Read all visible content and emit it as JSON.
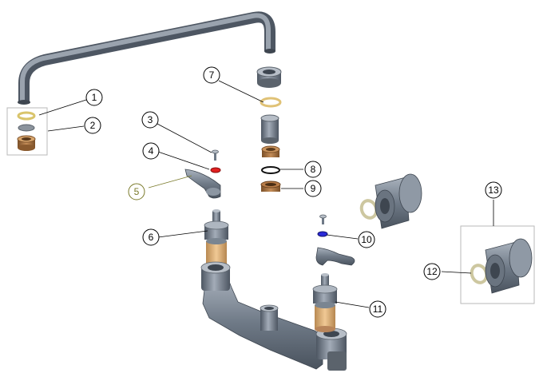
{
  "callouts": [
    {
      "label": "1"
    },
    {
      "label": "2"
    },
    {
      "label": "3"
    },
    {
      "label": "4"
    },
    {
      "label": "5"
    },
    {
      "label": "6"
    },
    {
      "label": "7"
    },
    {
      "label": "8"
    },
    {
      "label": "9"
    },
    {
      "label": "10"
    },
    {
      "label": "11"
    },
    {
      "label": "12"
    },
    {
      "label": "13"
    }
  ],
  "colors": {
    "metal": "#7f8a97",
    "metal_dark": "#4d5662",
    "brass_gasket": "#e8d58a",
    "bronze_washer": "#a07040",
    "red_washer": "#e22020",
    "blue_washer": "#2a2ad8",
    "cartridge": "#d8aa78",
    "callout_5": "#7a7a2a",
    "box_border": "#b8b8b8"
  }
}
